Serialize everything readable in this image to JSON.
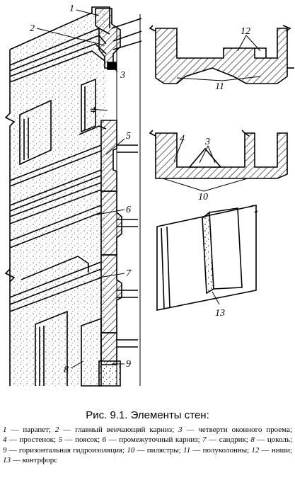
{
  "figure": {
    "callouts": {
      "n1": "1",
      "n2": "2",
      "n3": "3",
      "n4": "4",
      "n5": "5",
      "n6": "6",
      "n7": "7",
      "n8": "8",
      "n9": "9",
      "n12": "12",
      "n11": "11",
      "n4b": "4",
      "n3b": "3",
      "n10": "10",
      "n13": "13"
    }
  },
  "caption": "Рис. 9.1. Элементы стен:",
  "legend": [
    {
      "num": "1",
      "text": "парапет;"
    },
    {
      "num": "2",
      "text": "главный венчающий карниз;"
    },
    {
      "num": "3",
      "text": "четверти оконного проема;"
    },
    {
      "num": "4",
      "text": "простенок;"
    },
    {
      "num": "5",
      "text": "поясок;"
    },
    {
      "num": "6",
      "text": "промежуточный карниз;"
    },
    {
      "num": "7",
      "text": "сандрик;"
    },
    {
      "num": "8",
      "text": "цоколь;"
    },
    {
      "num": "9",
      "text": "горизонтальная гидроизоляция;"
    },
    {
      "num": "10",
      "text": "пилястры;"
    },
    {
      "num": "11",
      "text": "полуколонны;"
    },
    {
      "num": "12",
      "text": "ниши;"
    },
    {
      "num": "13",
      "text": "контрфорс"
    }
  ]
}
